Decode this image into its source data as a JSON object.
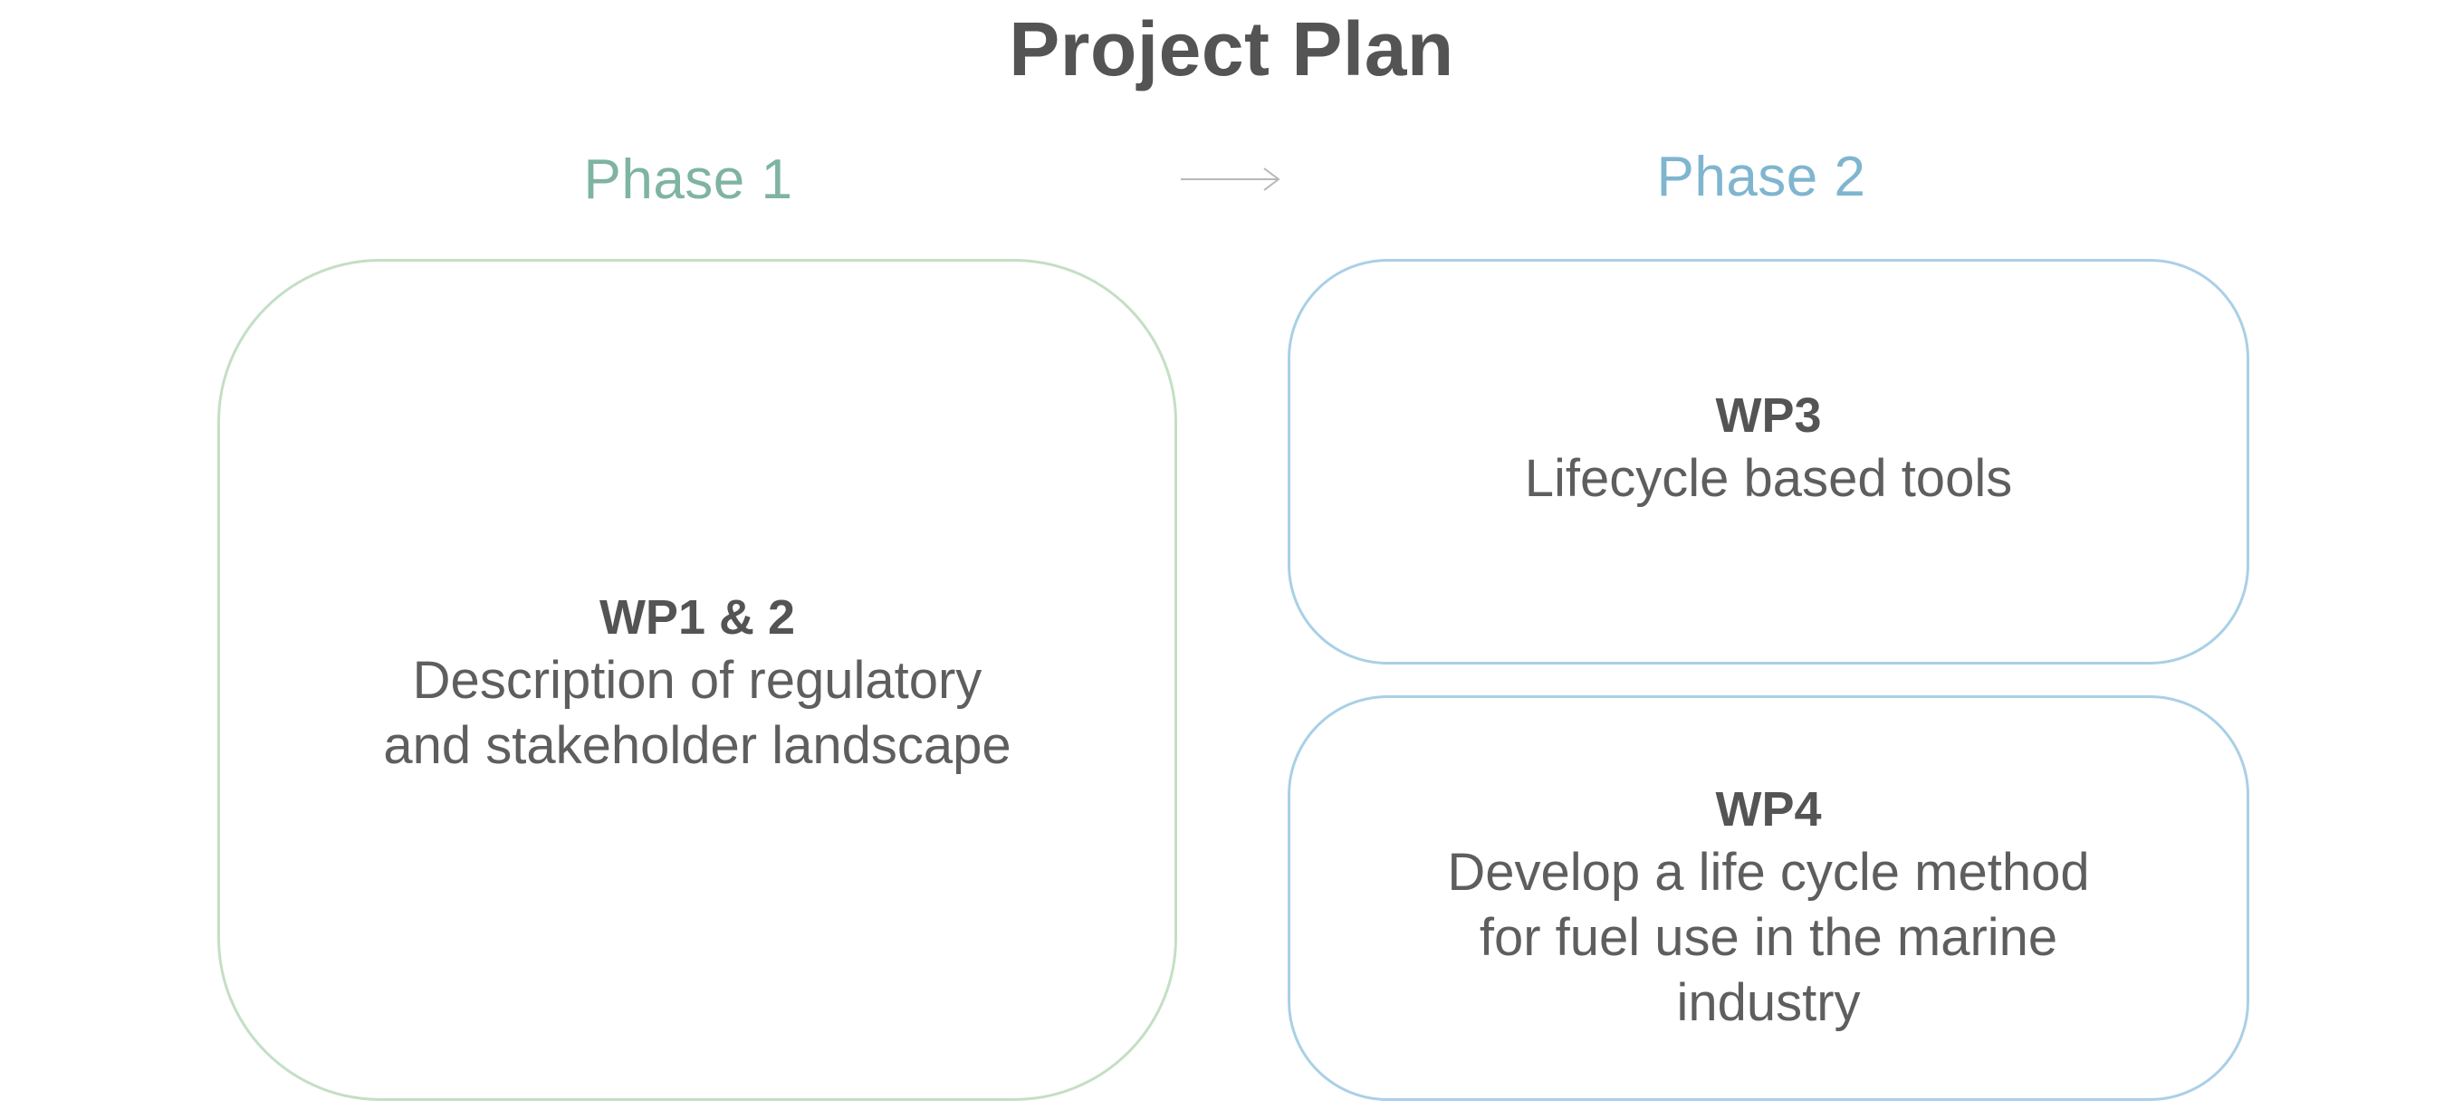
{
  "title": "Project Plan",
  "colors": {
    "phase1": "#7fb3a2",
    "phase2": "#7fb5cf",
    "phase1_border": "#c4dfc4",
    "phase2_border": "#a9d0e6",
    "arrow": "#b8b8b8"
  },
  "phases": [
    {
      "label": "Phase 1",
      "work_packages": [
        {
          "heading": "WP1 & 2",
          "description": "Description of regulatory and stakeholder landscape"
        }
      ]
    },
    {
      "label": "Phase 2",
      "work_packages": [
        {
          "heading": "WP3",
          "description": "Lifecycle based tools"
        },
        {
          "heading": "WP4",
          "description": "Develop a life cycle method for fuel use in the marine industry"
        }
      ]
    }
  ],
  "connector_icon": "right-arrow-icon"
}
